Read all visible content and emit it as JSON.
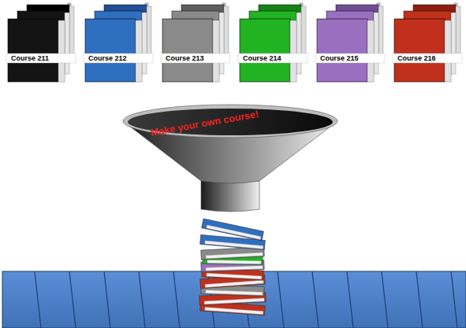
{
  "diagram": {
    "nodes": [
      {
        "text": [
          "Course 211"
        ]
      },
      {
        "text": [
          "Course 212"
        ]
      },
      {
        "text": [
          "Course 213"
        ]
      },
      {
        "text": [
          "Course 214"
        ]
      },
      {
        "text": [
          "Course 215"
        ]
      },
      {
        "text": [
          "Course 216"
        ]
      },
      {
        "text": [
          "Make your own course!"
        ]
      }
    ]
  }
}
